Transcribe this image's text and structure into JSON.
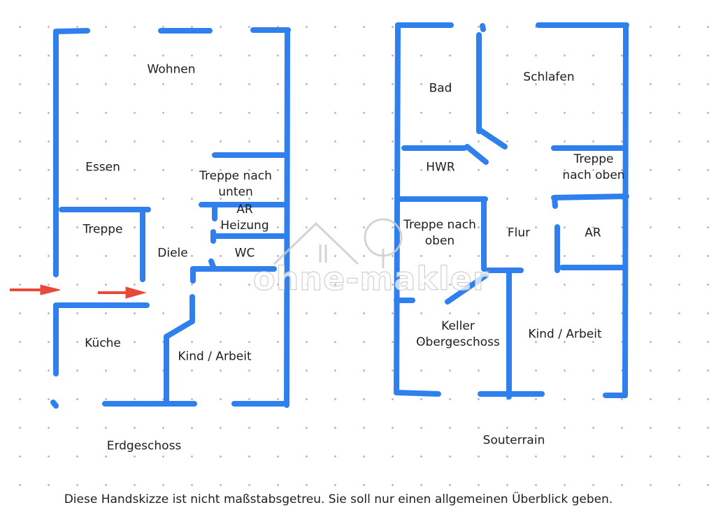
{
  "colors": {
    "wall": "#2f80ed",
    "arrow": "#e8493a",
    "text": "#1e1e1e"
  },
  "ground_floor": {
    "title": "Erdgeschoss",
    "rooms": {
      "wohnen": "Wohnen",
      "essen": "Essen",
      "treppe": "Treppe",
      "diele": "Diele",
      "treppe_unten": "Treppe nach\nunten",
      "ar_heizung": "AR\nHeizung",
      "wc": "WC",
      "kueche": "Küche",
      "kind_arbeit": "Kind / Arbeit"
    }
  },
  "basement": {
    "title": "Souterrain",
    "rooms": {
      "bad": "Bad",
      "schlafen": "Schlafen",
      "hwr": "HWR",
      "treppe_oben_right": "Treppe\nnach oben",
      "treppe_oben_left": "Treppe nach\noben",
      "flur": "Flur",
      "ar": "AR",
      "keller": "Keller\nObergeschoss",
      "kind_arbeit": "Kind / Arbeit"
    }
  },
  "watermark": {
    "logo": "ohne-makler"
  },
  "caption": "Diese Handskizze ist nicht maßstabsgetreu. Sie soll nur einen allgemeinen Überblick geben."
}
